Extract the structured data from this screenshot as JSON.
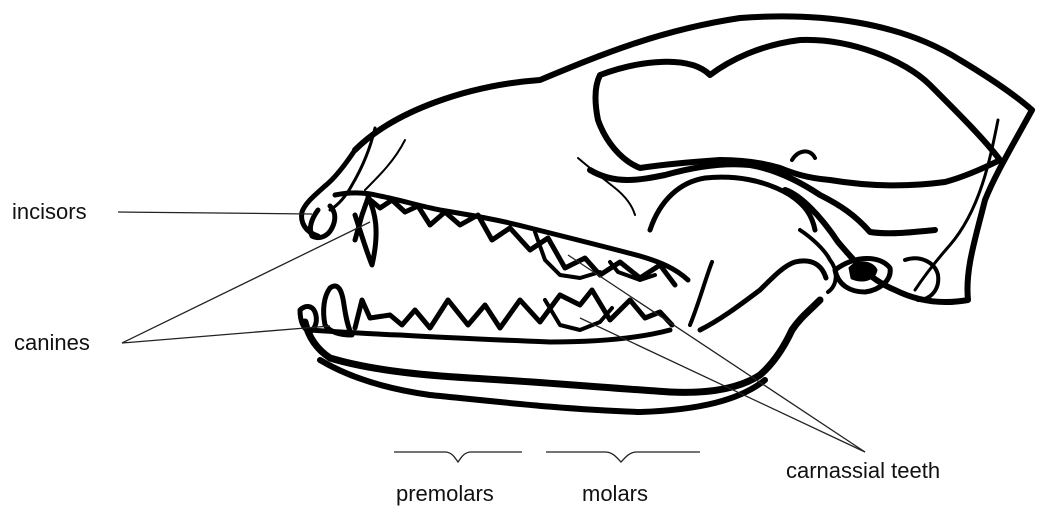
{
  "labels": {
    "incisors": "incisors",
    "canines": "canines",
    "premolars": "premolars",
    "molars": "molars",
    "carnassial": "carnassial teeth"
  },
  "colors": {
    "ink": "#000000",
    "background": "#ffffff",
    "label_text": "#111111",
    "leader_line": "#222222"
  }
}
